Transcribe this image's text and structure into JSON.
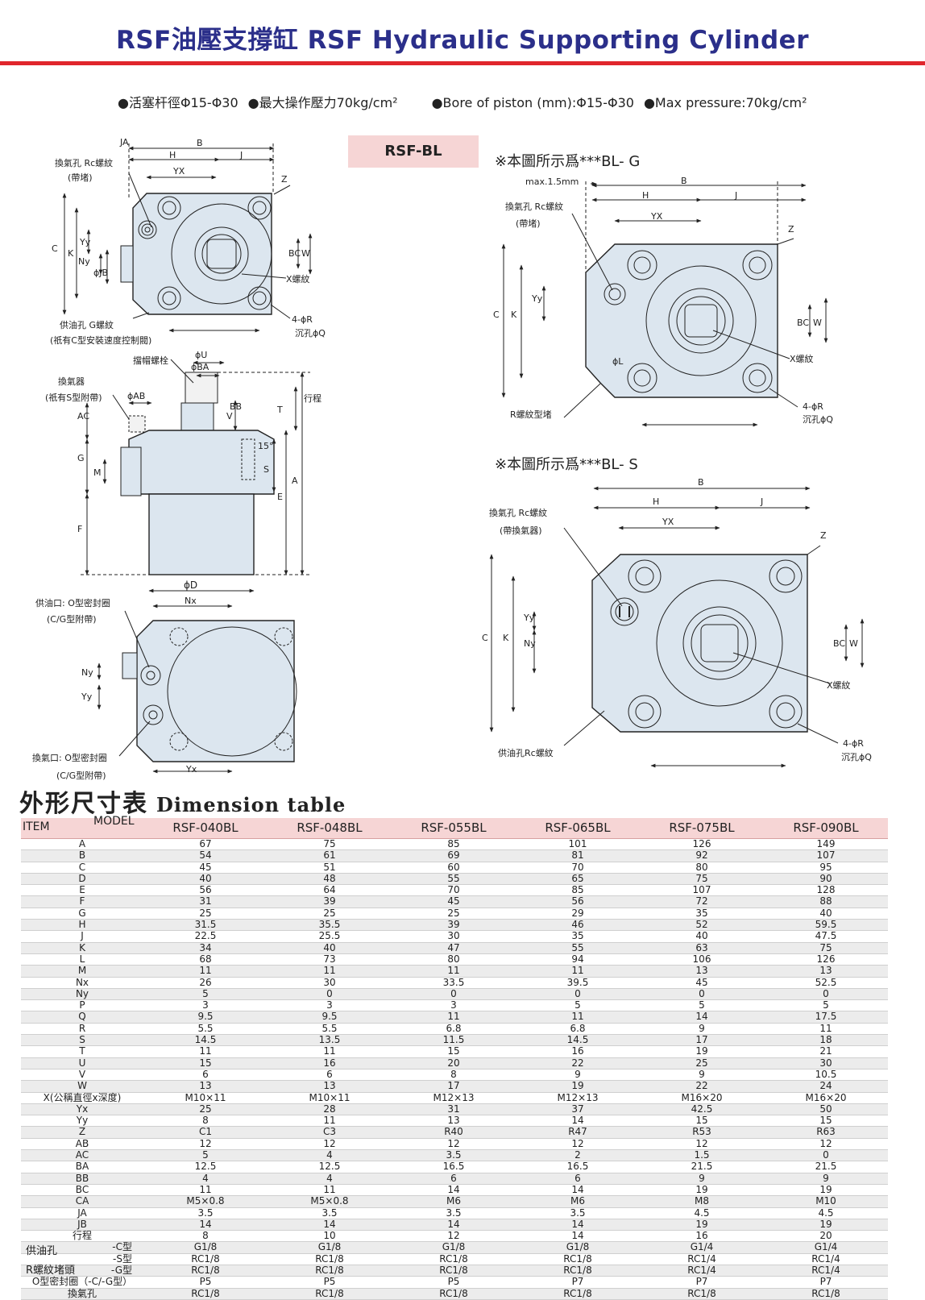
{
  "header": {
    "title": "RSF油壓支撐缸 RSF Hydraulic Supporting Cylinder",
    "spec_cn_1": "●活塞杆徑Φ15-Φ30",
    "spec_cn_2": "●最大操作壓力70kg/cm²",
    "spec_en_1": "●Bore of piston (mm):Φ15-Φ30",
    "spec_en_2": "●Max pressure:70kg/cm²",
    "badge": "RSF-BL"
  },
  "colors": {
    "title": "#2b2f8a",
    "rule": "#e0262c",
    "header_fill": "#f6d5d5",
    "part_fill": "#dce6ef"
  },
  "drawings": {
    "note_g": "※本圖所示爲***BL- G",
    "note_s": "※本圖所示爲***BL- S",
    "top_view": {
      "labels": [
        "JA",
        "B",
        "H",
        "J",
        "YX",
        "Z",
        "換氣孔 Rc螺紋",
        "(帶堵)",
        "C",
        "K",
        "Yy",
        "Ny",
        "ϕJB",
        "BC",
        "W",
        "X螺紋",
        "供油孔 G螺紋",
        "(祇有C型安裝速度控制閥)",
        "4-ϕR",
        "沉孔ϕQ"
      ]
    },
    "side_view": {
      "labels": [
        "ϕU",
        "ϕBA",
        "擋帽螺栓",
        "換氣器",
        "(祇有S型附帶)",
        "ϕAB",
        "AC",
        "V",
        "BB",
        "行程",
        "T",
        "15°",
        "G",
        "M",
        "S",
        "E",
        "A",
        "F",
        "ϕD"
      ]
    },
    "bottom_view": {
      "labels": [
        "Nx",
        "供油口: O型密封圈",
        "(C/G型附帶)",
        "Ny",
        "Yy",
        "換氣口: O型密封圈",
        "(C/G型附帶)",
        "Yx"
      ]
    },
    "g_view": {
      "labels": [
        "max.1.5mm",
        "B",
        "H",
        "J",
        "YX",
        "換氣孔 Rc螺紋",
        "(帶堵)",
        "Z",
        "C",
        "K",
        "Yy",
        "BC",
        "W",
        "X螺紋",
        "ϕL",
        "R螺紋型堵",
        "4-ϕR",
        "沉孔ϕQ"
      ]
    },
    "s_view": {
      "labels": [
        "B",
        "H",
        "J",
        "YX",
        "換氣孔 Rc螺紋",
        "(帶換氣器)",
        "Z",
        "C",
        "K",
        "Yy",
        "Ny",
        "BC",
        "W",
        "X螺紋",
        "供油孔Rc螺紋",
        "4-ϕR",
        "沉孔ϕQ"
      ]
    }
  },
  "table": {
    "title_cn": "外形尺寸表",
    "title_en": "Dimension table",
    "item_label": "ITEM",
    "model_label": "MODEL",
    "models": [
      "RSF-040BL",
      "RSF-048BL",
      "RSF-055BL",
      "RSF-065BL",
      "RSF-075BL",
      "RSF-090BL"
    ],
    "rows": [
      {
        "item": "A",
        "values": [
          "67",
          "75",
          "85",
          "101",
          "126",
          "149"
        ]
      },
      {
        "item": "B",
        "values": [
          "54",
          "61",
          "69",
          "81",
          "92",
          "107"
        ]
      },
      {
        "item": "C",
        "values": [
          "45",
          "51",
          "60",
          "70",
          "80",
          "95"
        ]
      },
      {
        "item": "D",
        "values": [
          "40",
          "48",
          "55",
          "65",
          "75",
          "90"
        ]
      },
      {
        "item": "E",
        "values": [
          "56",
          "64",
          "70",
          "85",
          "107",
          "128"
        ]
      },
      {
        "item": "F",
        "values": [
          "31",
          "39",
          "45",
          "56",
          "72",
          "88"
        ]
      },
      {
        "item": "G",
        "values": [
          "25",
          "25",
          "25",
          "29",
          "35",
          "40"
        ]
      },
      {
        "item": "H",
        "values": [
          "31.5",
          "35.5",
          "39",
          "46",
          "52",
          "59.5"
        ]
      },
      {
        "item": "J",
        "values": [
          "22.5",
          "25.5",
          "30",
          "35",
          "40",
          "47.5"
        ]
      },
      {
        "item": "K",
        "values": [
          "34",
          "40",
          "47",
          "55",
          "63",
          "75"
        ]
      },
      {
        "item": "L",
        "values": [
          "68",
          "73",
          "80",
          "94",
          "106",
          "126"
        ]
      },
      {
        "item": "M",
        "values": [
          "11",
          "11",
          "11",
          "11",
          "13",
          "13"
        ]
      },
      {
        "item": "Nx",
        "values": [
          "26",
          "30",
          "33.5",
          "39.5",
          "45",
          "52.5"
        ]
      },
      {
        "item": "Ny",
        "values": [
          "5",
          "0",
          "0",
          "0",
          "0",
          "0"
        ]
      },
      {
        "item": "P",
        "values": [
          "3",
          "3",
          "3",
          "5",
          "5",
          "5"
        ]
      },
      {
        "item": "Q",
        "values": [
          "9.5",
          "9.5",
          "11",
          "11",
          "14",
          "17.5"
        ]
      },
      {
        "item": "R",
        "values": [
          "5.5",
          "5.5",
          "6.8",
          "6.8",
          "9",
          "11"
        ]
      },
      {
        "item": "S",
        "values": [
          "14.5",
          "13.5",
          "11.5",
          "14.5",
          "17",
          "18"
        ]
      },
      {
        "item": "T",
        "values": [
          "11",
          "11",
          "15",
          "16",
          "19",
          "21"
        ]
      },
      {
        "item": "U",
        "values": [
          "15",
          "16",
          "20",
          "22",
          "25",
          "30"
        ]
      },
      {
        "item": "V",
        "values": [
          "6",
          "6",
          "8",
          "9",
          "9",
          "10.5"
        ]
      },
      {
        "item": "W",
        "values": [
          "13",
          "13",
          "17",
          "19",
          "22",
          "24"
        ]
      },
      {
        "item": "X(公稱直徑x深度)",
        "values": [
          "M10×11",
          "M10×11",
          "M12×13",
          "M12×13",
          "M16×20",
          "M16×20"
        ]
      },
      {
        "item": "Yx",
        "values": [
          "25",
          "28",
          "31",
          "37",
          "42.5",
          "50"
        ]
      },
      {
        "item": "Yy",
        "values": [
          "8",
          "11",
          "13",
          "14",
          "15",
          "15"
        ]
      },
      {
        "item": "Z",
        "values": [
          "C1",
          "C3",
          "R40",
          "R47",
          "R53",
          "R63"
        ]
      },
      {
        "item": "AB",
        "values": [
          "12",
          "12",
          "12",
          "12",
          "12",
          "12"
        ]
      },
      {
        "item": "AC",
        "values": [
          "5",
          "4",
          "3.5",
          "2",
          "1.5",
          "0"
        ]
      },
      {
        "item": "BA",
        "values": [
          "12.5",
          "12.5",
          "16.5",
          "16.5",
          "21.5",
          "21.5"
        ]
      },
      {
        "item": "BB",
        "values": [
          "4",
          "4",
          "6",
          "6",
          "9",
          "9"
        ]
      },
      {
        "item": "BC",
        "values": [
          "11",
          "11",
          "14",
          "14",
          "19",
          "19"
        ]
      },
      {
        "item": "CA",
        "values": [
          "M5×0.8",
          "M5×0.8",
          "M6",
          "M6",
          "M8",
          "M10"
        ]
      },
      {
        "item": "JA",
        "values": [
          "3.5",
          "3.5",
          "3.5",
          "3.5",
          "4.5",
          "4.5"
        ]
      },
      {
        "item": "JB",
        "values": [
          "14",
          "14",
          "14",
          "14",
          "19",
          "19"
        ]
      },
      {
        "item": "行程",
        "values": [
          "8",
          "10",
          "12",
          "14",
          "16",
          "20"
        ]
      }
    ],
    "group_supply": "供油孔",
    "group_plug": "R螺紋堵頭",
    "sub_c": "-C型",
    "sub_s": "-S型",
    "sub_g": "-G型",
    "row_c": [
      "G1/8",
      "G1/8",
      "G1/8",
      "G1/8",
      "G1/4",
      "G1/4"
    ],
    "row_s": [
      "RC1/8",
      "RC1/8",
      "RC1/8",
      "RC1/8",
      "RC1/4",
      "RC1/4"
    ],
    "row_g": [
      "RC1/8",
      "RC1/8",
      "RC1/8",
      "RC1/8",
      "RC1/4",
      "RC1/4"
    ],
    "row_oring_label": "O型密封圈（-C/-G型）",
    "row_oring": [
      "P5",
      "P5",
      "P5",
      "P7",
      "P7",
      "P7"
    ],
    "row_vent_label": "換氣孔",
    "row_vent": [
      "RC1/8",
      "RC1/8",
      "RC1/8",
      "RC1/8",
      "RC1/8",
      "RC1/8"
    ]
  }
}
